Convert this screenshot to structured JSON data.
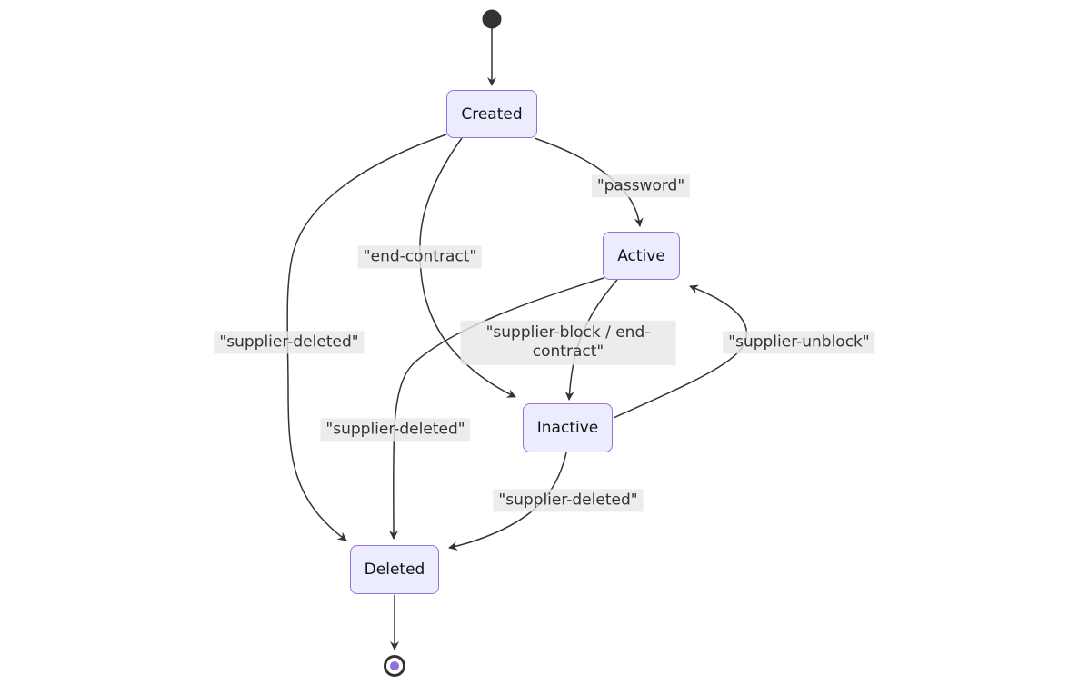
{
  "diagram": {
    "type": "state-diagram",
    "background": "#ffffff",
    "colors": {
      "node_fill": "#ECECFF",
      "node_border": "#9370DB",
      "node_text": "#131313",
      "edge_stroke": "#333333",
      "edge_label_bg": "#e8e8e8",
      "edge_label_text": "#333333",
      "initial_dot": "#333333",
      "final_outer_ring": "#333333",
      "final_inner_dot": "#9370DB"
    },
    "states": [
      {
        "id": "created",
        "label": "Created"
      },
      {
        "id": "active",
        "label": "Active"
      },
      {
        "id": "inactive",
        "label": "Inactive"
      },
      {
        "id": "deleted",
        "label": "Deleted"
      }
    ],
    "pseudo_states": [
      {
        "id": "initial",
        "kind": "start-dot"
      },
      {
        "id": "final",
        "kind": "end-double-circle"
      }
    ],
    "transitions": [
      {
        "from": "initial",
        "to": "Created",
        "label": ""
      },
      {
        "from": "Created",
        "to": "Active",
        "label": "\"password\""
      },
      {
        "from": "Created",
        "to": "Inactive",
        "label": "\"end-contract\""
      },
      {
        "from": "Created",
        "to": "Deleted",
        "label": "\"supplier-deleted\""
      },
      {
        "from": "Active",
        "to": "Inactive",
        "label": "\"supplier-block / end-contract\"",
        "label_lines": [
          "\"supplier-block / end-",
          "contract\""
        ]
      },
      {
        "from": "Inactive",
        "to": "Active",
        "label": "\"supplier-unblock\""
      },
      {
        "from": "Active",
        "to": "Deleted",
        "label": "\"supplier-deleted\""
      },
      {
        "from": "Inactive",
        "to": "Deleted",
        "label": "\"supplier-deleted\""
      },
      {
        "from": "Deleted",
        "to": "final",
        "label": ""
      }
    ]
  }
}
